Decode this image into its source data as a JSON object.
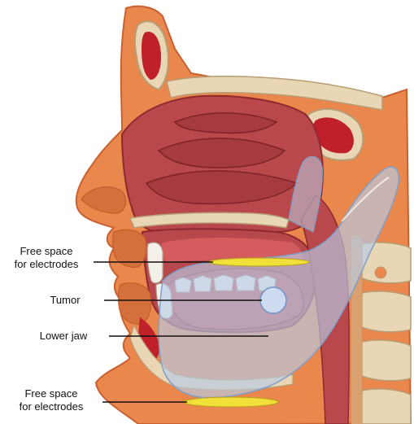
{
  "labels": {
    "upper_space_line1": "Free space",
    "upper_space_line2": "for electrodes",
    "tumor": "Tumor",
    "lower_jaw": "Lower jaw",
    "lower_space_line1": "Free space",
    "lower_space_line2": "for electrodes"
  },
  "colors": {
    "skin": "#e9874d",
    "skin_dark": "#c8602f",
    "mucosa": "#b8484b",
    "mucosa_dark": "#8e2a2f",
    "bone": "#e8d6b4",
    "bone_edge": "#b79c74",
    "blood": "#c0202a",
    "tooth": "#f3f0ea",
    "overlay": "#b9cde6",
    "overlay_edge": "#7f9fc8",
    "electrode": "#f2e03a",
    "tumor": "#cfe0f5"
  }
}
